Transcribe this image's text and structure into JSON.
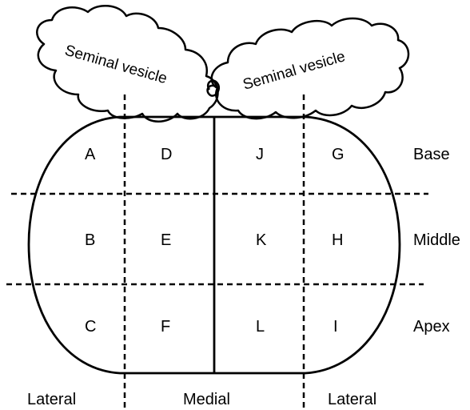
{
  "vesicles": {
    "left_label": "Seminal vesicle",
    "right_label": "Seminal vesicle"
  },
  "zones": {
    "A": "A",
    "B": "B",
    "C": "C",
    "D": "D",
    "E": "E",
    "F": "F",
    "J": "J",
    "K": "K",
    "L": "L",
    "G": "G",
    "H": "H",
    "I": "I"
  },
  "levels": {
    "base": "Base",
    "middle": "Middle",
    "apex": "Apex"
  },
  "regions": {
    "lateral_left": "Lateral",
    "medial": "Medial",
    "lateral_right": "Lateral"
  }
}
